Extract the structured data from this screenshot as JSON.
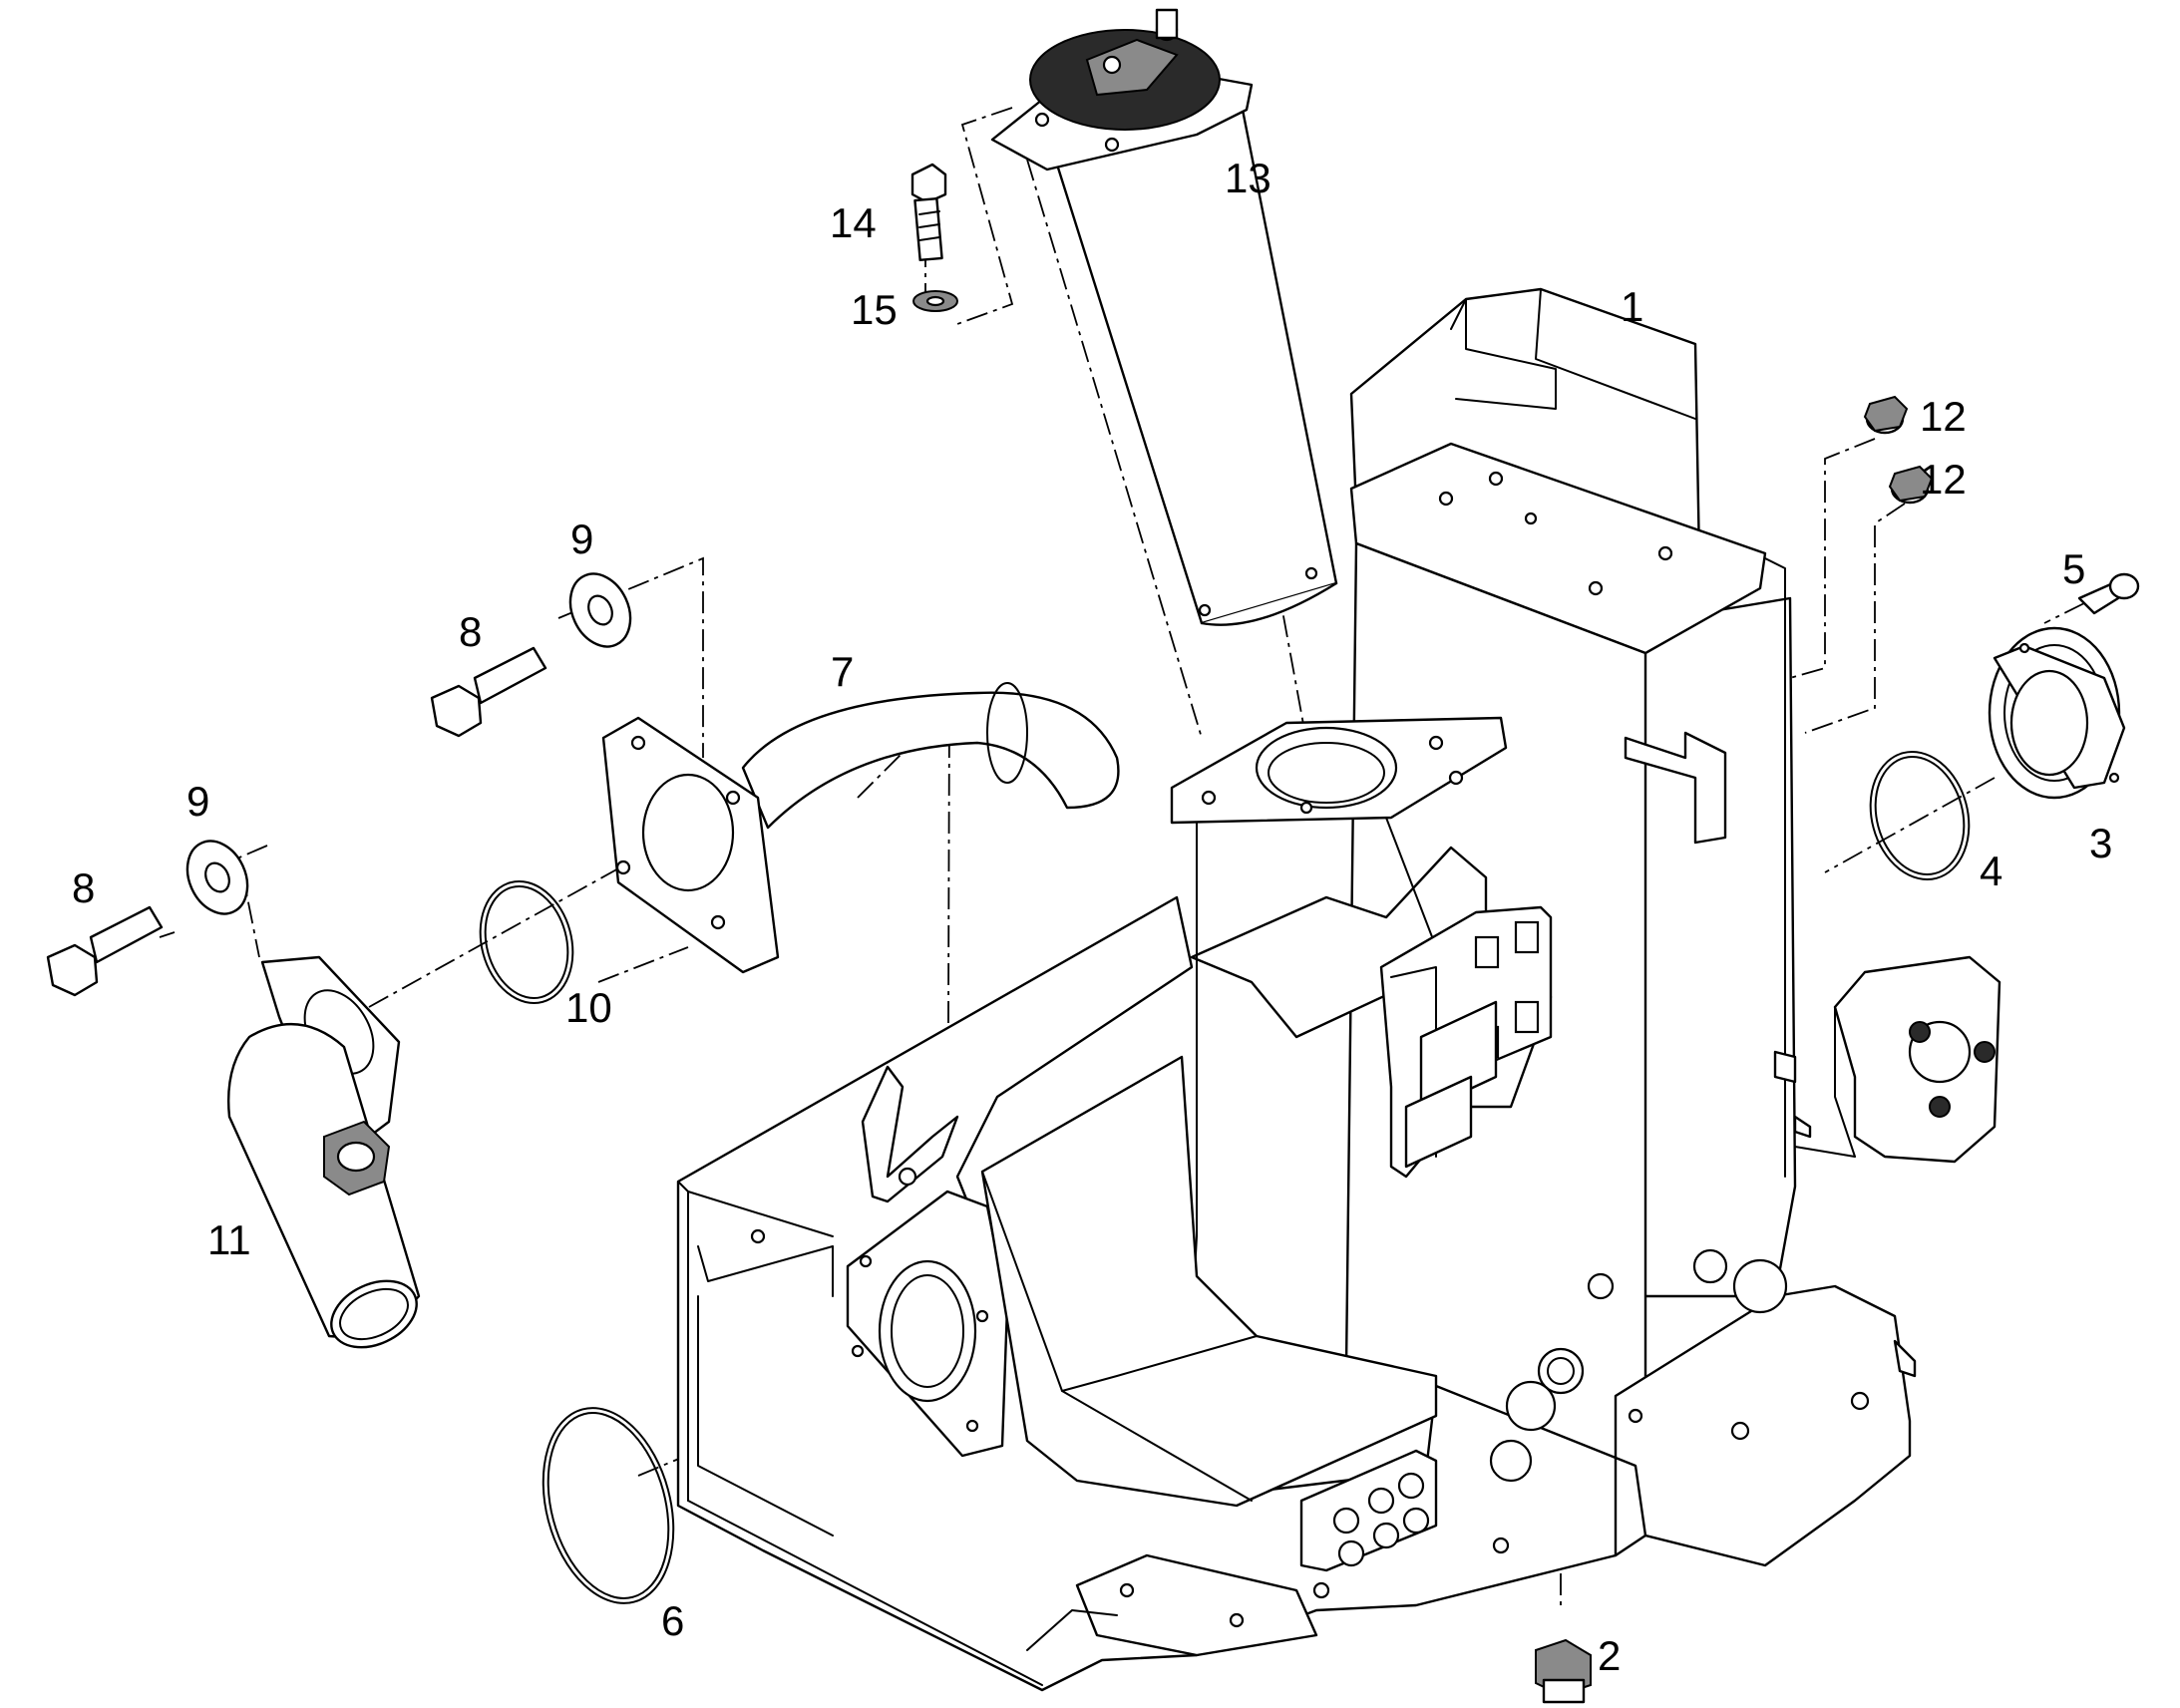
{
  "callouts": {
    "p1": "1",
    "p2": "2",
    "p3": "3",
    "p4": "4",
    "p5": "5",
    "p6": "6",
    "p7": "7",
    "p8a": "8",
    "p8b": "8",
    "p9a": "9",
    "p9b": "9",
    "p10": "10",
    "p11": "11",
    "p12a": "12",
    "p12b": "12",
    "p13": "13",
    "p14": "14",
    "p15": "15"
  }
}
